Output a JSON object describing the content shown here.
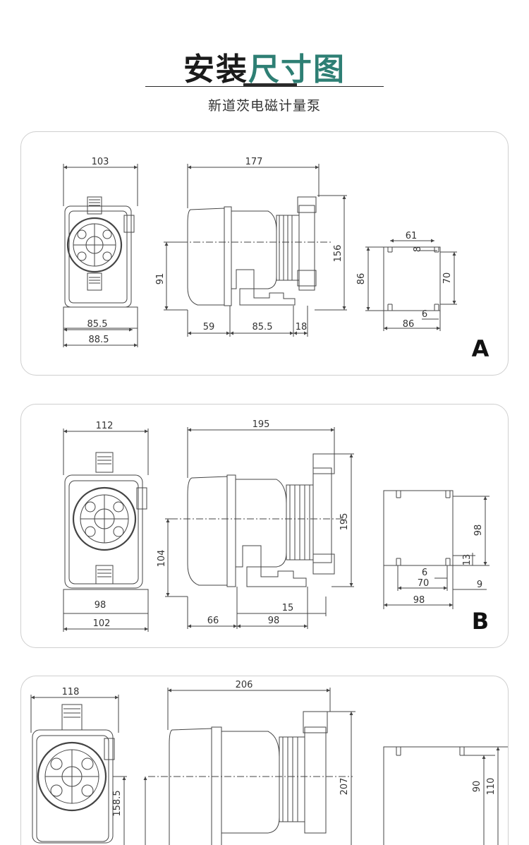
{
  "header": {
    "title_part1": "安装",
    "title_part2": "尺寸图",
    "subtitle": "新道茨电磁计量泵"
  },
  "colors": {
    "accent": "#2e7f74",
    "line": "#444444",
    "border": "#cfcfcf"
  },
  "panels": [
    {
      "label": "A",
      "dims": {
        "front_width": "103",
        "front_base_inner": "85.5",
        "front_base_outer": "88.5",
        "side_length": "177",
        "side_height": "156",
        "side_axis_height": "91",
        "side_left": "59",
        "side_mid": "85.5",
        "side_right": "18",
        "base_top": "61",
        "base_slot": "8",
        "base_height_outer": "86",
        "base_height_inner": "70",
        "base_width": "86",
        "base_hole": "6"
      }
    },
    {
      "label": "B",
      "dims": {
        "front_width": "112",
        "front_base_inner": "98",
        "front_base_outer": "102",
        "side_length": "195",
        "side_height": "195",
        "side_axis_height": "104",
        "side_left": "66",
        "side_mid": "98",
        "side_right": "15",
        "base_height_inner": "98",
        "base_slot": "13",
        "base_hole": "6",
        "base_inner_width": "70",
        "base_edge": "9",
        "base_width": "98"
      }
    },
    {
      "label": "",
      "dims": {
        "front_width": "118",
        "front_axis_height": "158.5",
        "side_length": "206",
        "side_height": "207",
        "base_height_inner": "90",
        "base_height_outer": "110"
      }
    }
  ]
}
